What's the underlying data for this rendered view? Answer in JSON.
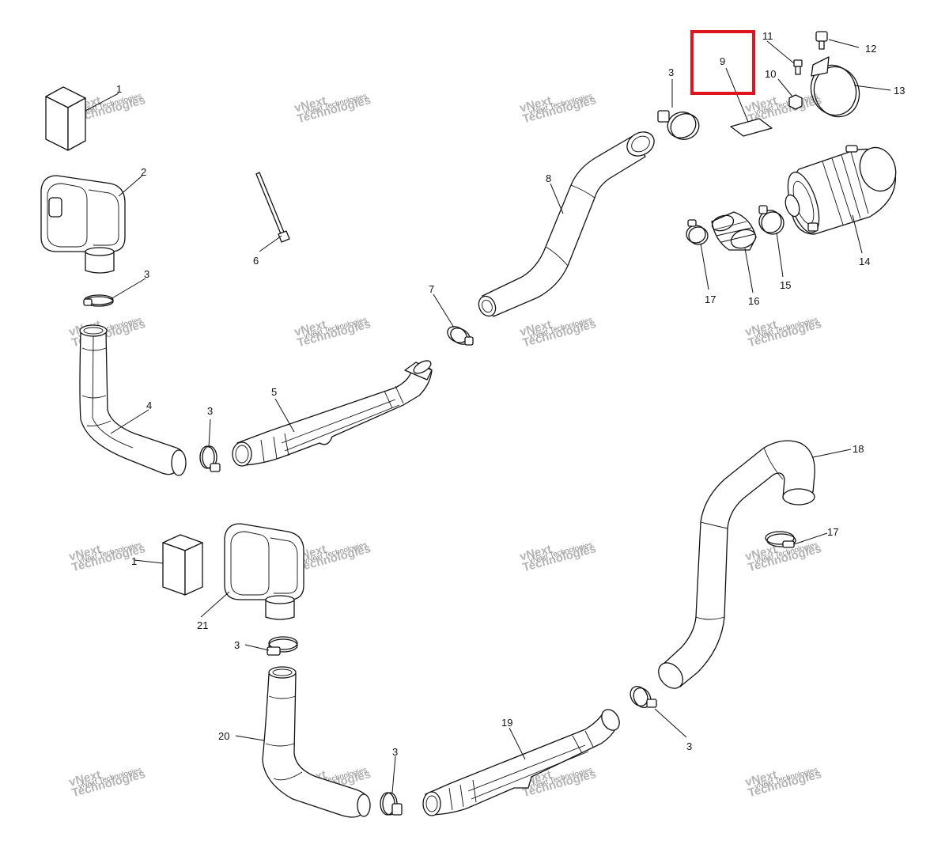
{
  "diagram": {
    "labels": {
      "p1": "1",
      "p2": "2",
      "p3a": "3",
      "p3b": "3",
      "p3c": "3",
      "p4": "4",
      "p5": "5",
      "p6": "6",
      "p7": "7",
      "p8": "8",
      "p9": "9",
      "p10": "10",
      "p11": "11",
      "p12": "12",
      "p13": "13",
      "p14": "14",
      "p15": "15",
      "p16": "16",
      "p17a": "17",
      "p18": "18",
      "p17b": "17",
      "p1b": "1",
      "p21": "21",
      "p3d": "3",
      "p20": "20",
      "p3e": "3",
      "p19": "19",
      "p3f": "3"
    },
    "watermark": {
      "line1": "vNext Technologies",
      "line2": "vNext\nTechnologies"
    },
    "highlight_color": "#e0141e"
  }
}
